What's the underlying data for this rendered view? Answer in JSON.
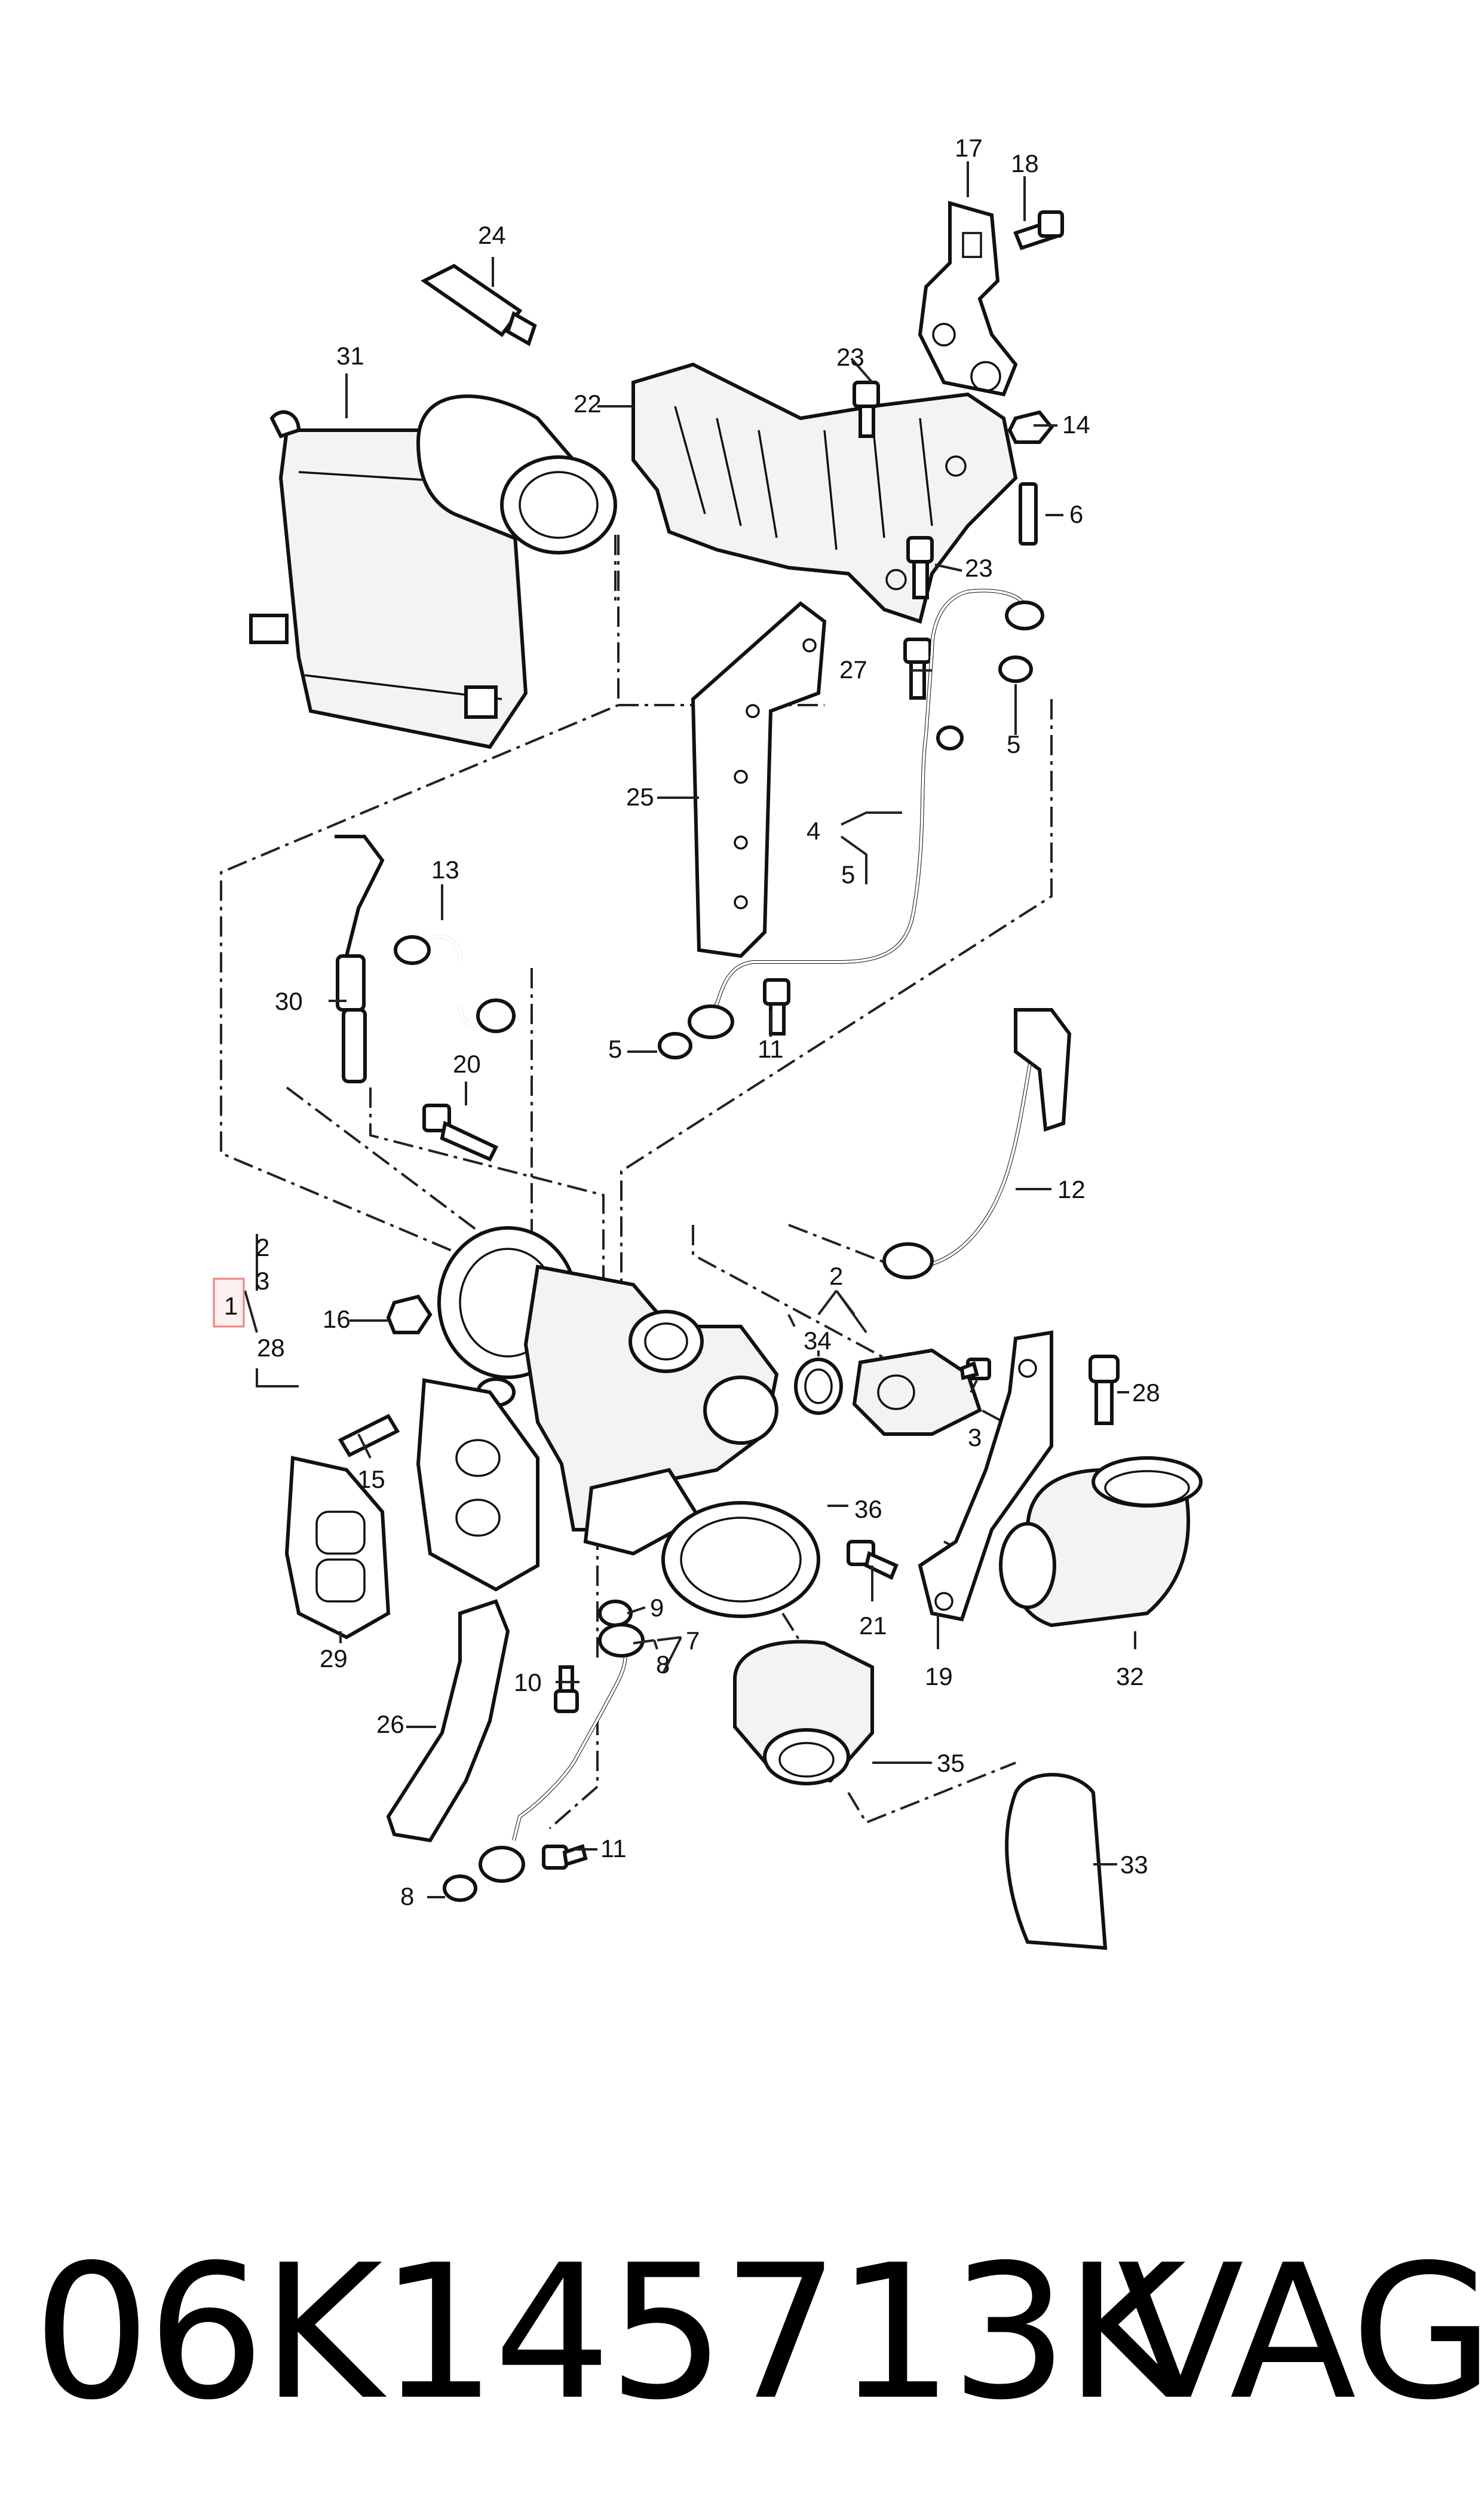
{
  "callouts": [
    {
      "id": "c1",
      "text": "1"
    },
    {
      "id": "c2a",
      "text": "2"
    },
    {
      "id": "c2b",
      "text": "2"
    },
    {
      "id": "c3a",
      "text": "3"
    },
    {
      "id": "c3b",
      "text": "3"
    },
    {
      "id": "c4",
      "text": "4"
    },
    {
      "id": "c5a",
      "text": "5"
    },
    {
      "id": "c5b",
      "text": "5"
    },
    {
      "id": "c5c",
      "text": "5"
    },
    {
      "id": "c6",
      "text": "6"
    },
    {
      "id": "c7",
      "text": "7"
    },
    {
      "id": "c8a",
      "text": "8"
    },
    {
      "id": "c8b",
      "text": "8"
    },
    {
      "id": "c9",
      "text": "9"
    },
    {
      "id": "c10",
      "text": "10"
    },
    {
      "id": "c11a",
      "text": "11"
    },
    {
      "id": "c11b",
      "text": "11"
    },
    {
      "id": "c12",
      "text": "12"
    },
    {
      "id": "c13",
      "text": "13"
    },
    {
      "id": "c14",
      "text": "14"
    },
    {
      "id": "c15",
      "text": "15"
    },
    {
      "id": "c16",
      "text": "16"
    },
    {
      "id": "c17",
      "text": "17"
    },
    {
      "id": "c18",
      "text": "18"
    },
    {
      "id": "c19",
      "text": "19"
    },
    {
      "id": "c20",
      "text": "20"
    },
    {
      "id": "c21",
      "text": "21"
    },
    {
      "id": "c22",
      "text": "22"
    },
    {
      "id": "c23a",
      "text": "23"
    },
    {
      "id": "c23b",
      "text": "23"
    },
    {
      "id": "c24",
      "text": "24"
    },
    {
      "id": "c25",
      "text": "25"
    },
    {
      "id": "c26",
      "text": "26"
    },
    {
      "id": "c27",
      "text": "27"
    },
    {
      "id": "c28a",
      "text": "28"
    },
    {
      "id": "c28b",
      "text": "28"
    },
    {
      "id": "c29",
      "text": "29"
    },
    {
      "id": "c30",
      "text": "30"
    },
    {
      "id": "c31",
      "text": "31"
    },
    {
      "id": "c32",
      "text": "32"
    },
    {
      "id": "c33",
      "text": "33"
    },
    {
      "id": "c34",
      "text": "34"
    },
    {
      "id": "c35",
      "text": "35"
    },
    {
      "id": "c36",
      "text": "36"
    }
  ],
  "highlight_color": "#f08080",
  "footer": {
    "part_number": "06K145713K",
    "brand": "VAG"
  }
}
